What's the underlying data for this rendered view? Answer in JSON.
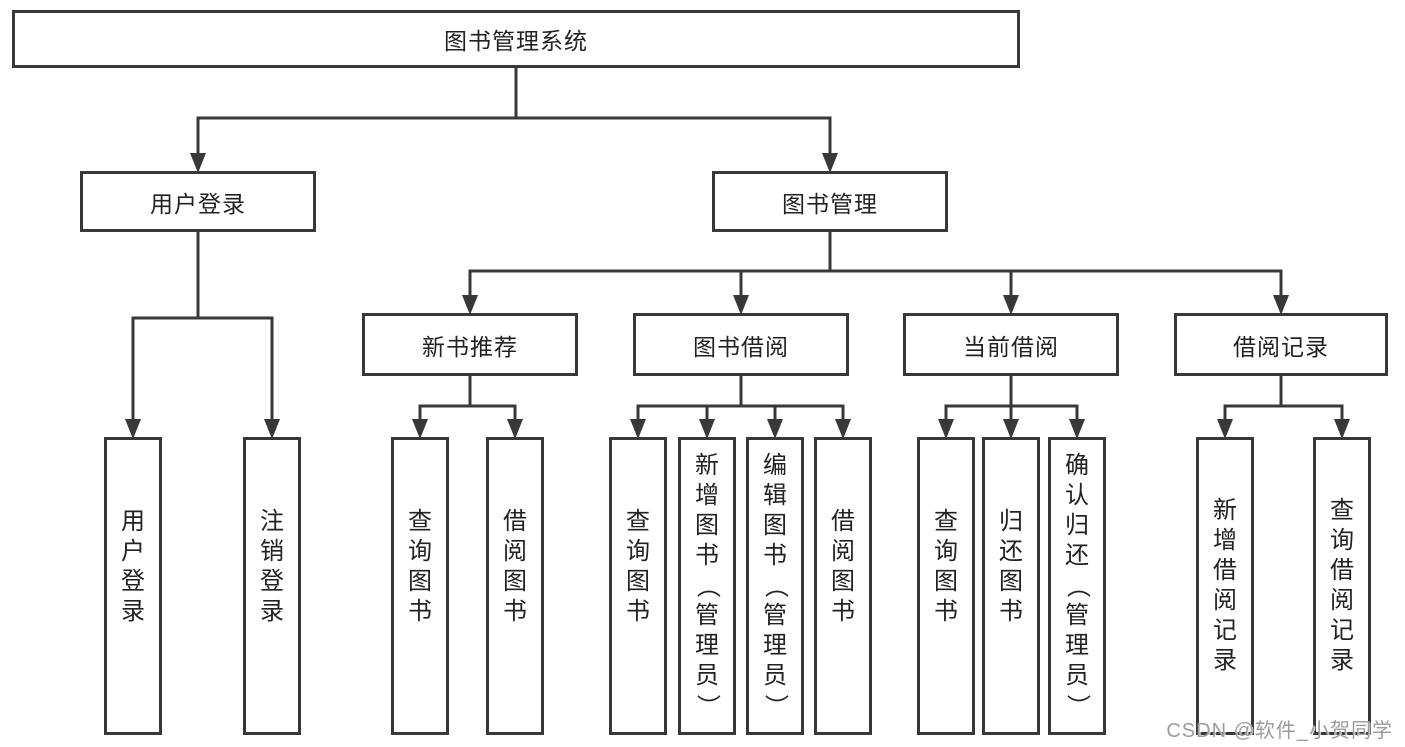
{
  "diagram": {
    "root": {
      "label": "图书管理系统"
    },
    "branches": [
      {
        "label": "用户登录",
        "leaves": [
          "用户登录",
          "注销登录"
        ]
      },
      {
        "label": "图书管理",
        "subs": [
          {
            "label": "新书推荐",
            "leaves": [
              "查询图书",
              "借阅图书"
            ]
          },
          {
            "label": "图书借阅",
            "leaves": [
              "查询图书",
              "新增图书（管理员）",
              "编辑图书（管理员）",
              "借阅图书"
            ]
          },
          {
            "label": "当前借阅",
            "leaves": [
              "查询图书",
              "归还图书",
              "确认归还（管理员）"
            ]
          },
          {
            "label": "借阅记录",
            "leaves": [
              "新增借阅记录",
              "查询借阅记录"
            ]
          }
        ]
      }
    ],
    "watermark": "CSDN @软件_小贺同学",
    "colors": {
      "line": "#383838",
      "text": "#222222",
      "watermark": "#9c9c9c",
      "background": "#ffffff"
    }
  }
}
